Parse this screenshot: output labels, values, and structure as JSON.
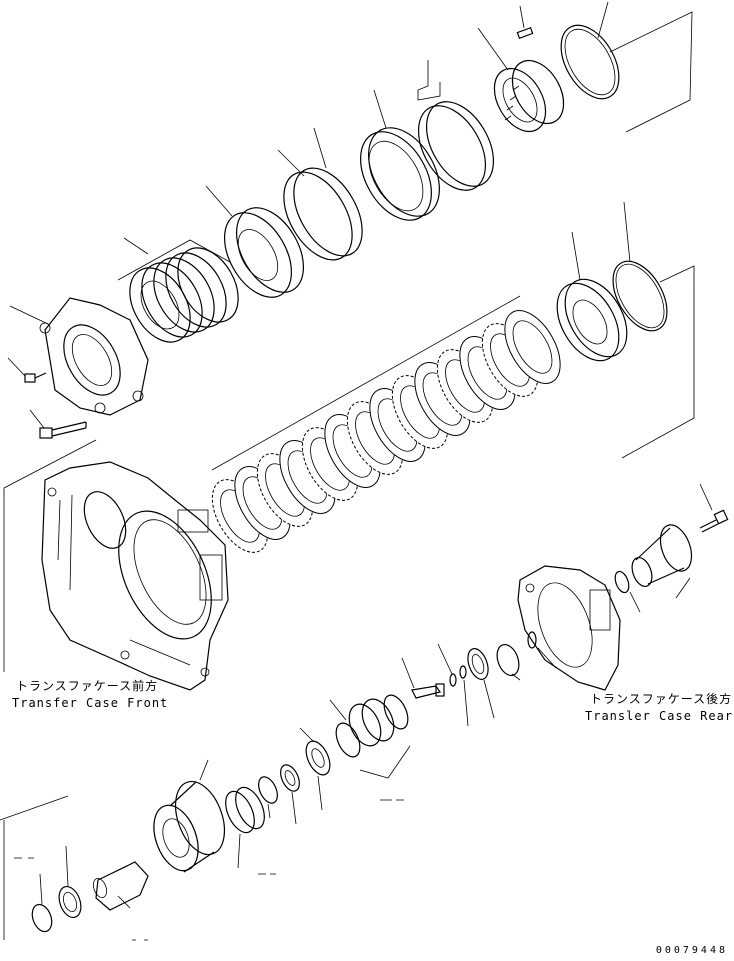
{
  "labels": {
    "front_jp": "トランスファケース前方",
    "front_en": "Transfer Case Front",
    "rear_jp": "トランスファケース後方",
    "rear_en": "Transler Case Rear"
  },
  "drawing_number": "00079448"
}
